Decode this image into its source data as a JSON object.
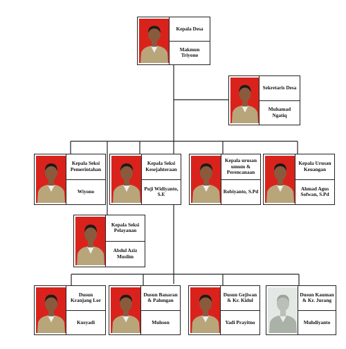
{
  "head": {
    "role": "Kepala Desa",
    "name": "Makmun Triyono"
  },
  "secretary": {
    "role": "Sekretaris Desa",
    "name": "Muhamad Ngatiq"
  },
  "staff": [
    {
      "role": "Kepala Seksi Pemerintahan",
      "name": "Wiyono"
    },
    {
      "role": "Kepala Seksi Kesejahteraan",
      "name": "Puji Widiyanto, S.E"
    },
    {
      "role": "Kepala urusan umum & Perencanaan",
      "name": "Robiyanto, S.Pd"
    },
    {
      "role": "Kepala Urusan Keuangan",
      "name": "Ahmad Agus Sofwan, S.Pd"
    },
    {
      "role": "Kepala Seksi Pelayanan",
      "name": "Abdul Aziz Muslim"
    }
  ],
  "hamlets": [
    {
      "role": "Dusun Kranjang Lor",
      "name": "Kusyadi"
    },
    {
      "role": "Dusun Banaran & Palungan",
      "name": "Muhson"
    },
    {
      "role": "Dusun Gejiwan & Kr. Kidul",
      "name": "Yadi Prayitno"
    },
    {
      "role": "Dusun Kauman & Kr. Jurang",
      "name": "Muhdiyanto"
    }
  ],
  "colors": {
    "photo_bg": "#d9221c",
    "line": "#222222",
    "uniform": "#b9a57a"
  }
}
